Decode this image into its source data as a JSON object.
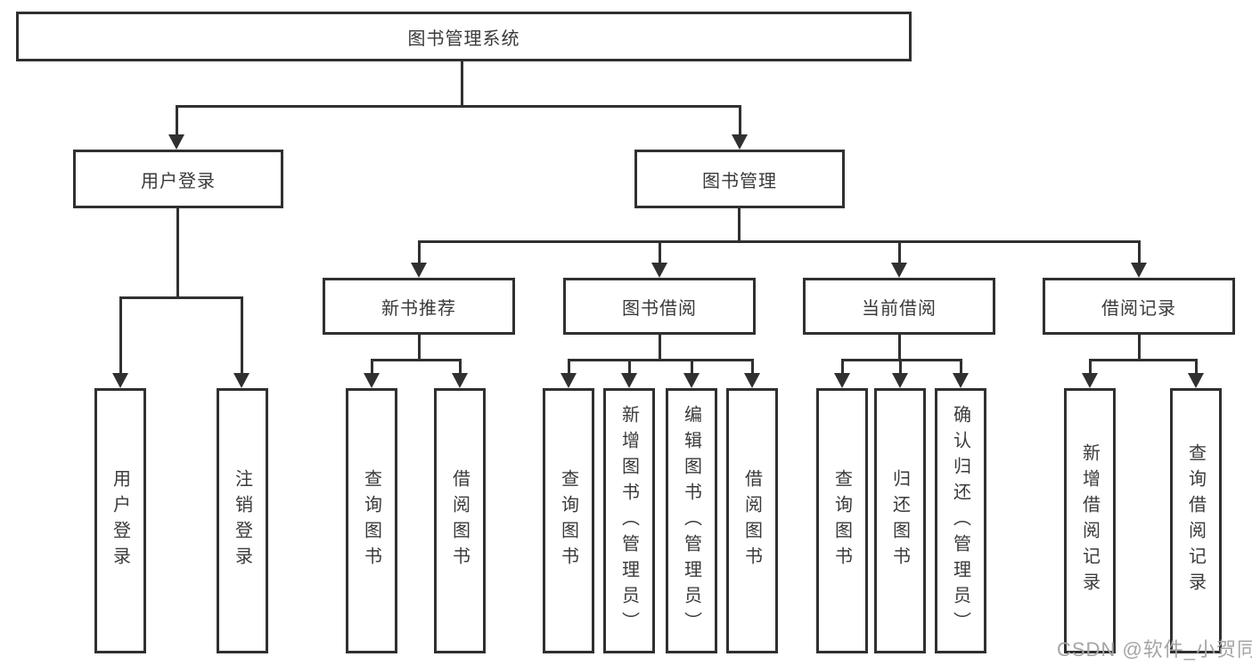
{
  "diagram": {
    "root": {
      "label": "图书管理系统",
      "children": [
        {
          "label": "用户登录",
          "children": [
            {
              "label": "用户登录"
            },
            {
              "label": "注销登录"
            }
          ]
        },
        {
          "label": "图书管理",
          "children": [
            {
              "label": "新书推荐",
              "children": [
                {
                  "label": "查询图书"
                },
                {
                  "label": "借阅图书"
                }
              ]
            },
            {
              "label": "图书借阅",
              "children": [
                {
                  "label": "查询图书"
                },
                {
                  "label": "新增图书（管理员）"
                },
                {
                  "label": "编辑图书（管理员）"
                },
                {
                  "label": "借阅图书"
                }
              ]
            },
            {
              "label": "当前借阅",
              "children": [
                {
                  "label": "查询图书"
                },
                {
                  "label": "归还图书"
                },
                {
                  "label": "确认归还（管理员）"
                }
              ]
            },
            {
              "label": "借阅记录",
              "children": [
                {
                  "label": "新增借阅记录"
                },
                {
                  "label": "查询借阅记录"
                }
              ]
            }
          ]
        }
      ]
    }
  },
  "watermark": {
    "text": "CSDN @软件_小贺同学"
  },
  "colors": {
    "line": "#303030",
    "text": "#3a3a3a",
    "watermark": "#a5a5a8",
    "background": "#ffffff"
  }
}
